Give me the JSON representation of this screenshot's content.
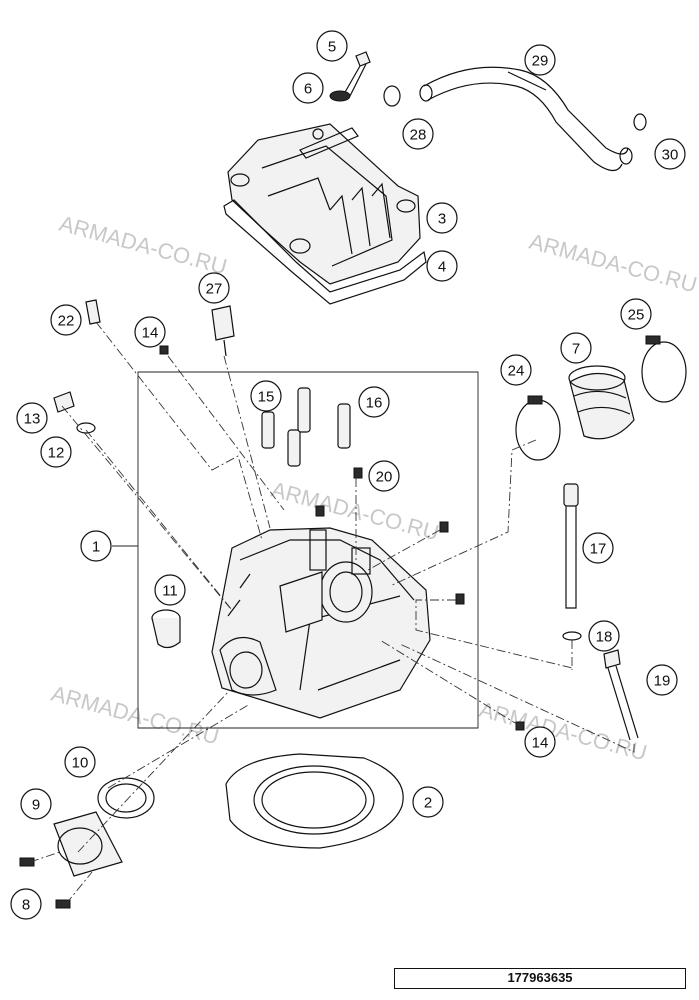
{
  "callouts": [
    {
      "n": "1"
    },
    {
      "n": "2"
    },
    {
      "n": "3"
    },
    {
      "n": "4"
    },
    {
      "n": "5"
    },
    {
      "n": "6"
    },
    {
      "n": "7"
    },
    {
      "n": "8"
    },
    {
      "n": "9"
    },
    {
      "n": "10"
    },
    {
      "n": "11"
    },
    {
      "n": "12"
    },
    {
      "n": "13"
    },
    {
      "n": "14"
    },
    {
      "n": "14"
    },
    {
      "n": "15"
    },
    {
      "n": "16"
    },
    {
      "n": "17"
    },
    {
      "n": "18"
    },
    {
      "n": "19"
    },
    {
      "n": "20"
    },
    {
      "n": "22"
    },
    {
      "n": "24"
    },
    {
      "n": "25"
    },
    {
      "n": "27"
    },
    {
      "n": "28"
    },
    {
      "n": "29"
    },
    {
      "n": "30"
    }
  ],
  "watermark": "ARMADA-CO.RU",
  "drawing_number": "177963635",
  "colors": {
    "ink": "#111111",
    "watermark": "#c8c8c8",
    "background": "#ffffff"
  }
}
